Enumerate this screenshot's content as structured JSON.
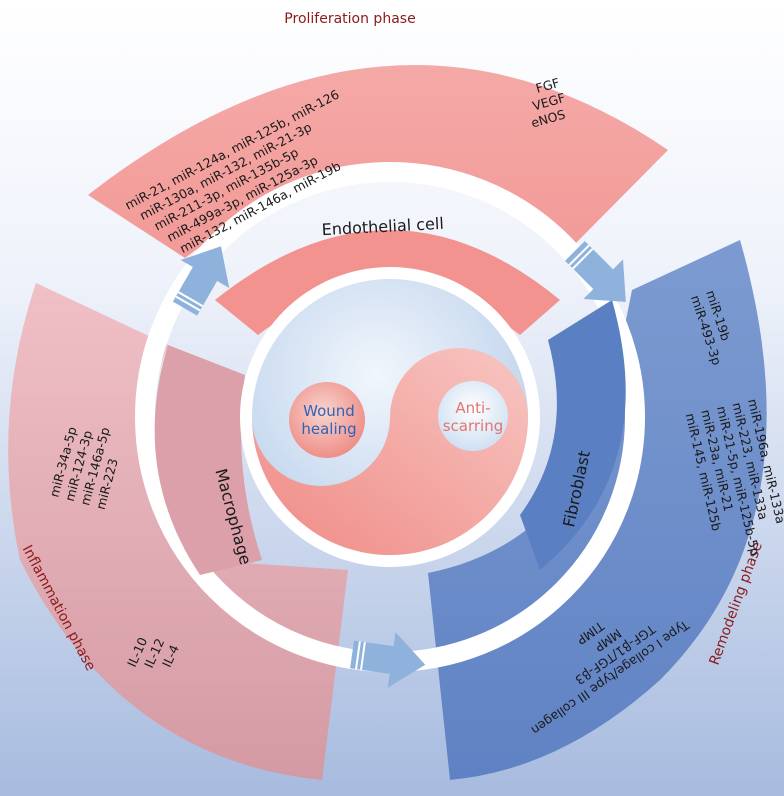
{
  "phases": {
    "proliferation": "Proliferation phase",
    "inflammation": "Inflammation phase",
    "remodeling": "Remodeling phase"
  },
  "cells": {
    "endothelial": "Endothelial cell",
    "macrophage": "Macrophage",
    "fibroblast": "Fibroblast"
  },
  "center": {
    "wound_line1": "Wound",
    "wound_line2": "healing",
    "anti_line1": "Anti-",
    "anti_line2": "scarring"
  },
  "proliferation_mirnas": [
    "miR-21, miR-124a, miR-125b, miR-126",
    "miR-130a, miR-132, miR-21-3p",
    "miR-211-3p, miR-135b-5p",
    "miR-499a-3p, miR-125a-3p",
    "miR-132, miR-146a, miR-19b"
  ],
  "proliferation_factors": [
    "FGF",
    "VEGF",
    "eNOS"
  ],
  "inflammation_mirnas": [
    "miR-34a-5p",
    "miR-124-3p",
    "miR-146a-5p",
    "miR-223"
  ],
  "inflammation_factors": [
    "IL-10",
    "IL-12",
    "IL-4"
  ],
  "remodeling_mirnas_top": [
    "miR-19b",
    "miR-493-3p"
  ],
  "remodeling_mirnas": [
    "miR-196a, miR-133a",
    "miR-223, miR-133a",
    "miR-21-5p, miR-125b-5p",
    "miR-23a, miR-21",
    "miR-145, miR-125b"
  ],
  "remodeling_factors": [
    "Type I collage/type III collagen",
    "TGF-β1/TGF-β3",
    "MMP",
    "TIMP"
  ],
  "colors": {
    "pink_band": "#f2a09f",
    "pink_inner": "#f09592",
    "blue_band": "#6d8fcb",
    "blue_inner": "#5b80c4",
    "mauve_band": "#dca0a8",
    "mauve_inner": "#d59aa3",
    "ring": "#ffffff",
    "arrow": "#8aaedb",
    "phase_text": "#8a1b1b"
  }
}
